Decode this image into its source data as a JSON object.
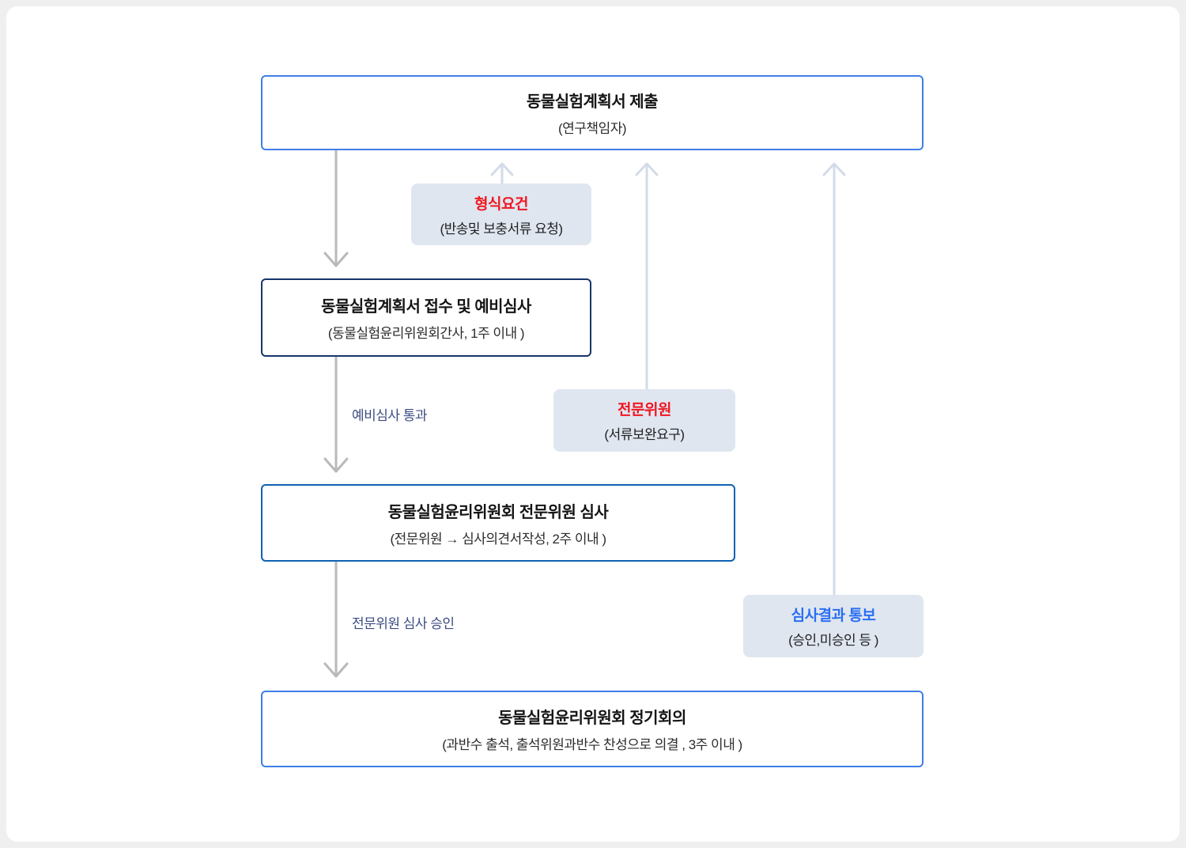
{
  "diagram": {
    "title_hint": "동물실험계획서 심의 절차 흐름도",
    "nodes": {
      "submit": {
        "title": "동물실험계획서 제출",
        "subtitle": "(연구책임자)"
      },
      "receipt": {
        "title": "동물실험계획서 접수 및 예비심사",
        "subtitle": "(동물실험윤리위원회간사, 1주 이내 )"
      },
      "expert": {
        "title": "동물실험윤리위원회 전문위원 심사",
        "subtitle": "(전문위원 → 심사의견서작성, 2주 이내 )"
      },
      "meeting": {
        "title": "동물실험윤리위원회 정기회의",
        "subtitle": "(과반수 출석, 출석위원과반수 찬성으로 의결 , 3주 이내 )"
      }
    },
    "callouts": {
      "formal": {
        "title": "형식요건",
        "subtitle": "(반송및 보충서류 요청)"
      },
      "expert": {
        "title": "전문위원",
        "subtitle": "(서류보완요구)"
      },
      "result": {
        "title": "심사결과 통보",
        "subtitle": "(승인,미승인 등  )"
      }
    },
    "edge_labels": {
      "preliminary_pass": "예비심사 통과",
      "expert_approval": "전문위원 심사 승인"
    },
    "colors": {
      "page_bg": "#efefef",
      "card_bg": "#ffffff",
      "border_blue": "#3e7ee7",
      "border_navy": "#17356b",
      "border_mid_blue": "#0d62b3",
      "callout_bg": "#dfe6f0",
      "red_text": "#f01721",
      "blue_text": "#2b6ef2",
      "edge_label_text": "#3c4c82",
      "arrow_down": "#b9b9b9",
      "arrow_up": "#d2dce8"
    }
  }
}
